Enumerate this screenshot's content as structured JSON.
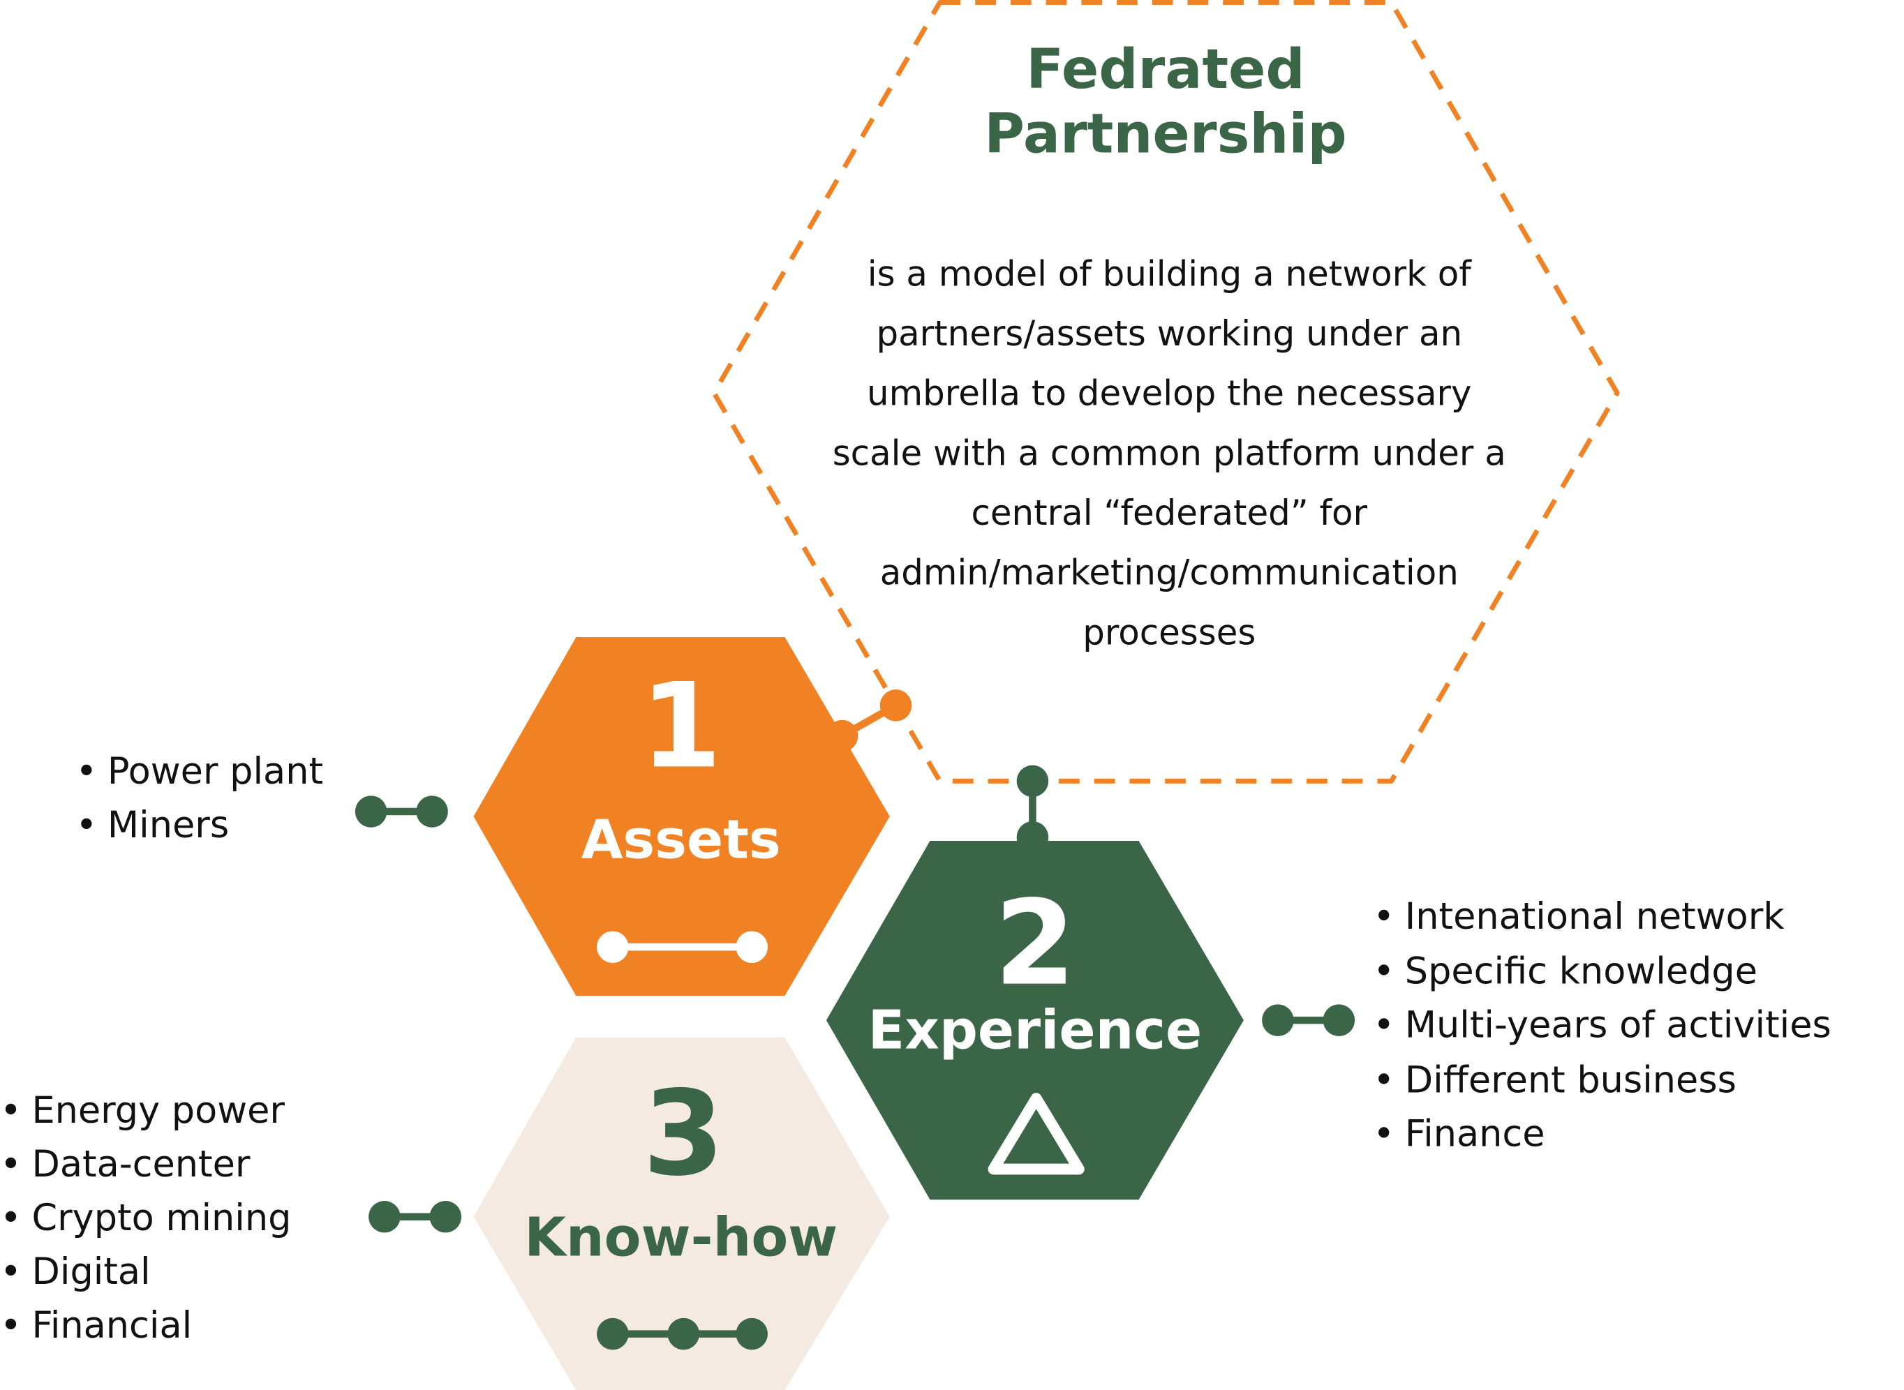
{
  "colors": {
    "orange": "#f18224",
    "green": "#3a6647",
    "beige": "#f4eae1",
    "white": "#ffffff"
  },
  "header": {
    "title_line1": "Fedrated",
    "title_line2": "Partnership",
    "description": "is a model of building a network of partners/assets working under an umbrella to develop the necessary scale with a common platform under a central “federated” for admin/marketing/communication processes"
  },
  "hexagons": [
    {
      "number": "1",
      "label": "Assets",
      "icon": "line-two-dots-icon",
      "items": [
        "Power plant",
        "Miners"
      ]
    },
    {
      "number": "2",
      "label": "Experience",
      "icon": "triangle-icon",
      "items": [
        "Intenational network",
        "Specific knowledge",
        "Multi-years of activities",
        "Different business",
        "Finance"
      ]
    },
    {
      "number": "3",
      "label": "Know-how",
      "icon": "line-three-dots-icon",
      "items": [
        "Energy power",
        "Data-center",
        "Crypto mining",
        "Digital",
        "Financial"
      ]
    }
  ]
}
